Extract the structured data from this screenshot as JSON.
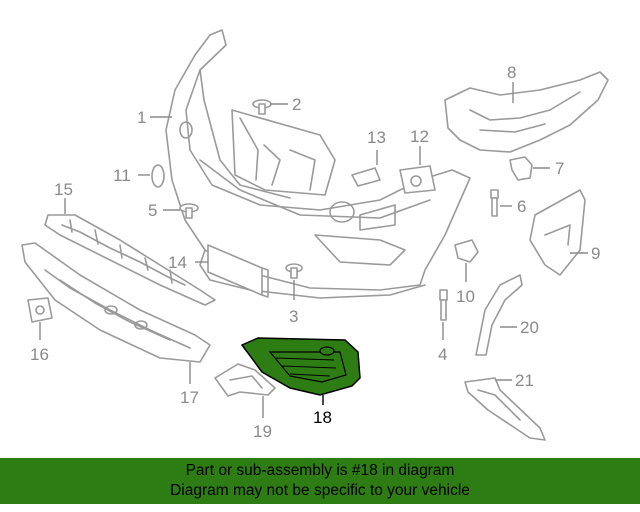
{
  "banner": {
    "line1": "Part or sub-assembly is #18 in diagram",
    "line2": "Diagram may not be specific to your vehicle"
  },
  "highlight_color": "#2e7d14",
  "callouts": {
    "c1": "1",
    "c2": "2",
    "c3": "3",
    "c4": "4",
    "c5": "5",
    "c6": "6",
    "c7": "7",
    "c8": "8",
    "c9": "9",
    "c10": "10",
    "c11": "11",
    "c12": "12",
    "c13": "13",
    "c14": "14",
    "c15": "15",
    "c16": "16",
    "c17": "17",
    "c18": "18",
    "c19": "19",
    "c20": "20",
    "c21": "21"
  },
  "highlighted_part": "18"
}
